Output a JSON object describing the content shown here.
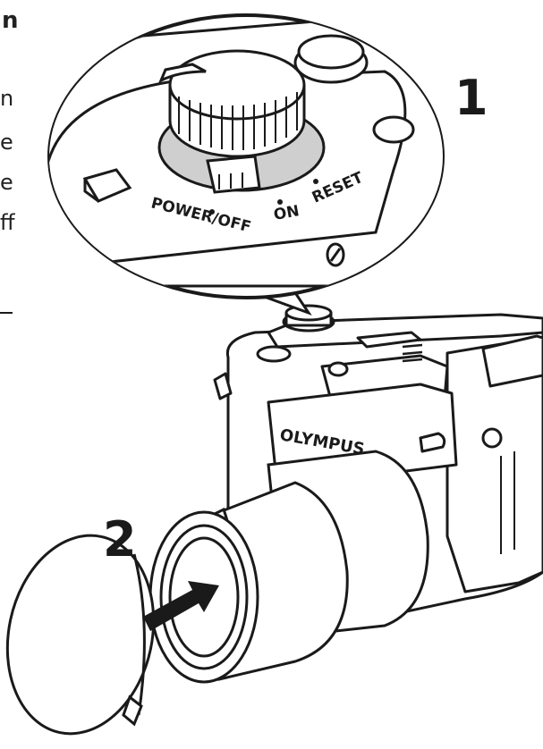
{
  "figure": {
    "step_labels": {
      "step1": "1",
      "step2": "2"
    },
    "dial_labels": {
      "power_off": "POWER/OFF",
      "on": "ON",
      "reset": "RESET"
    },
    "brand": "OLYMPUS",
    "edge_text": {
      "heading_fragment": "n",
      "line1": "n",
      "line2": "e",
      "line3": "e",
      "line4": "ff"
    }
  },
  "colors": {
    "ink": "#1a1a1a",
    "dial_shade": "#cfcfcf",
    "background": "#ffffff"
  }
}
